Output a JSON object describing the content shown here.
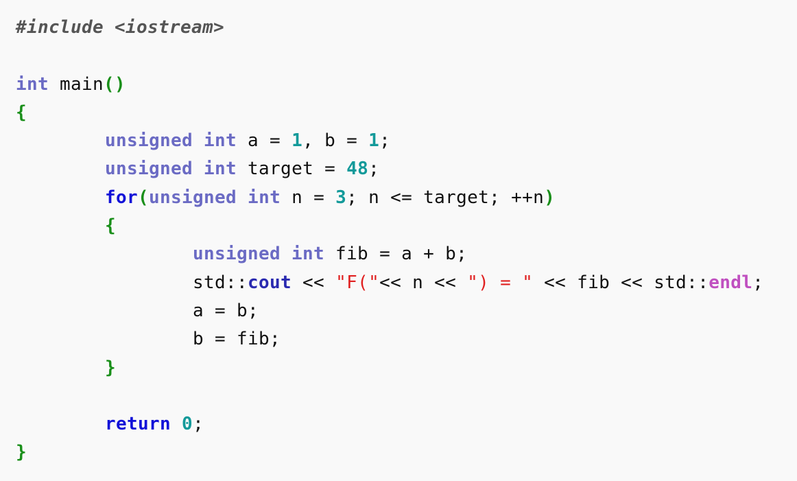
{
  "code": {
    "language": "C++",
    "lines": [
      {
        "indent": 0,
        "tokens": [
          {
            "t": "pre",
            "v": "#include <iostream>"
          }
        ]
      },
      {
        "indent": 0,
        "tokens": []
      },
      {
        "indent": 0,
        "tokens": [
          {
            "t": "kw",
            "v": "int"
          },
          {
            "t": "id",
            "v": " main"
          },
          {
            "t": "br",
            "v": "()"
          }
        ]
      },
      {
        "indent": 0,
        "tokens": [
          {
            "t": "br",
            "v": "{"
          }
        ]
      },
      {
        "indent": 1,
        "tokens": [
          {
            "t": "kw",
            "v": "unsigned int"
          },
          {
            "t": "id",
            "v": " a = "
          },
          {
            "t": "num",
            "v": "1"
          },
          {
            "t": "id",
            "v": ", b = "
          },
          {
            "t": "num",
            "v": "1"
          },
          {
            "t": "id",
            "v": ";"
          }
        ]
      },
      {
        "indent": 1,
        "tokens": [
          {
            "t": "kw",
            "v": "unsigned int"
          },
          {
            "t": "id",
            "v": " target = "
          },
          {
            "t": "num",
            "v": "48"
          },
          {
            "t": "id",
            "v": ";"
          }
        ]
      },
      {
        "indent": 1,
        "tokens": [
          {
            "t": "ctl",
            "v": "for"
          },
          {
            "t": "br",
            "v": "("
          },
          {
            "t": "kw",
            "v": "unsigned int"
          },
          {
            "t": "id",
            "v": " n = "
          },
          {
            "t": "num",
            "v": "3"
          },
          {
            "t": "id",
            "v": "; n <= target; ++n"
          },
          {
            "t": "br",
            "v": ")"
          }
        ]
      },
      {
        "indent": 1,
        "tokens": [
          {
            "t": "br",
            "v": "{"
          }
        ]
      },
      {
        "indent": 2,
        "tokens": [
          {
            "t": "kw",
            "v": "unsigned int"
          },
          {
            "t": "id",
            "v": " fib = a + b;"
          }
        ]
      },
      {
        "indent": 2,
        "tokens": [
          {
            "t": "id",
            "v": "std::"
          },
          {
            "t": "obj",
            "v": "cout"
          },
          {
            "t": "id",
            "v": " << "
          },
          {
            "t": "str",
            "v": "\"F(\""
          },
          {
            "t": "id",
            "v": "<< n << "
          },
          {
            "t": "str",
            "v": "\") = \""
          },
          {
            "t": "id",
            "v": " << fib << std::"
          },
          {
            "t": "man",
            "v": "endl"
          },
          {
            "t": "id",
            "v": ";"
          }
        ]
      },
      {
        "indent": 2,
        "tokens": [
          {
            "t": "id",
            "v": "a = b;"
          }
        ]
      },
      {
        "indent": 2,
        "tokens": [
          {
            "t": "id",
            "v": "b = fib;"
          }
        ]
      },
      {
        "indent": 1,
        "tokens": [
          {
            "t": "br",
            "v": "}"
          }
        ]
      },
      {
        "indent": 0,
        "tokens": []
      },
      {
        "indent": 1,
        "tokens": [
          {
            "t": "ctl",
            "v": "return"
          },
          {
            "t": "id",
            "v": " "
          },
          {
            "t": "num",
            "v": "0"
          },
          {
            "t": "id",
            "v": ";"
          }
        ]
      },
      {
        "indent": 0,
        "tokens": [
          {
            "t": "br",
            "v": "}"
          }
        ]
      }
    ]
  },
  "colors": {
    "background": "#f9f9f9",
    "preprocessor": "#555555",
    "type_keyword": "#6b6bc4",
    "control_keyword": "#1212d8",
    "number": "#139a9a",
    "bracket": "#1a8f1a",
    "string": "#e02020",
    "stream_object": "#2a2ab0",
    "manipulator": "#c050c0",
    "identifier": "#111111"
  }
}
